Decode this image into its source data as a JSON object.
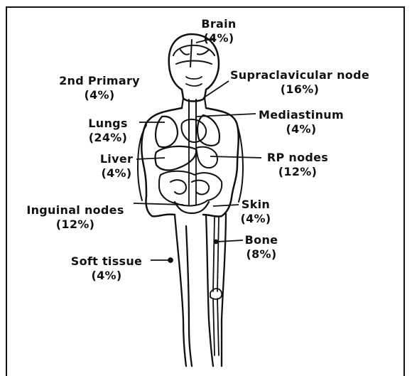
{
  "figure": {
    "labels": {
      "brain": {
        "name": "Brain",
        "pct": "(4%)"
      },
      "second_primary": {
        "name": "2nd Primary",
        "pct": "(4%)"
      },
      "supraclavicular": {
        "name": "Supraclavicular node",
        "pct": "(16%)"
      },
      "lungs": {
        "name": "Lungs",
        "pct": "(24%)"
      },
      "mediastinum": {
        "name": "Mediastinum",
        "pct": "(4%)"
      },
      "liver": {
        "name": "Liver",
        "pct": "(4%)"
      },
      "rp_nodes": {
        "name": "RP nodes",
        "pct": "(12%)"
      },
      "inguinal": {
        "name": "Inguinal nodes",
        "pct": "(12%)"
      },
      "skin": {
        "name": "Skin",
        "pct": "(4%)"
      },
      "bone": {
        "name": "Bone",
        "pct": "(8%)"
      },
      "soft_tissue": {
        "name": "Soft tissue",
        "pct": "(4%)"
      }
    },
    "colors": {
      "ink": "#111111",
      "background": "#ffffff"
    }
  }
}
